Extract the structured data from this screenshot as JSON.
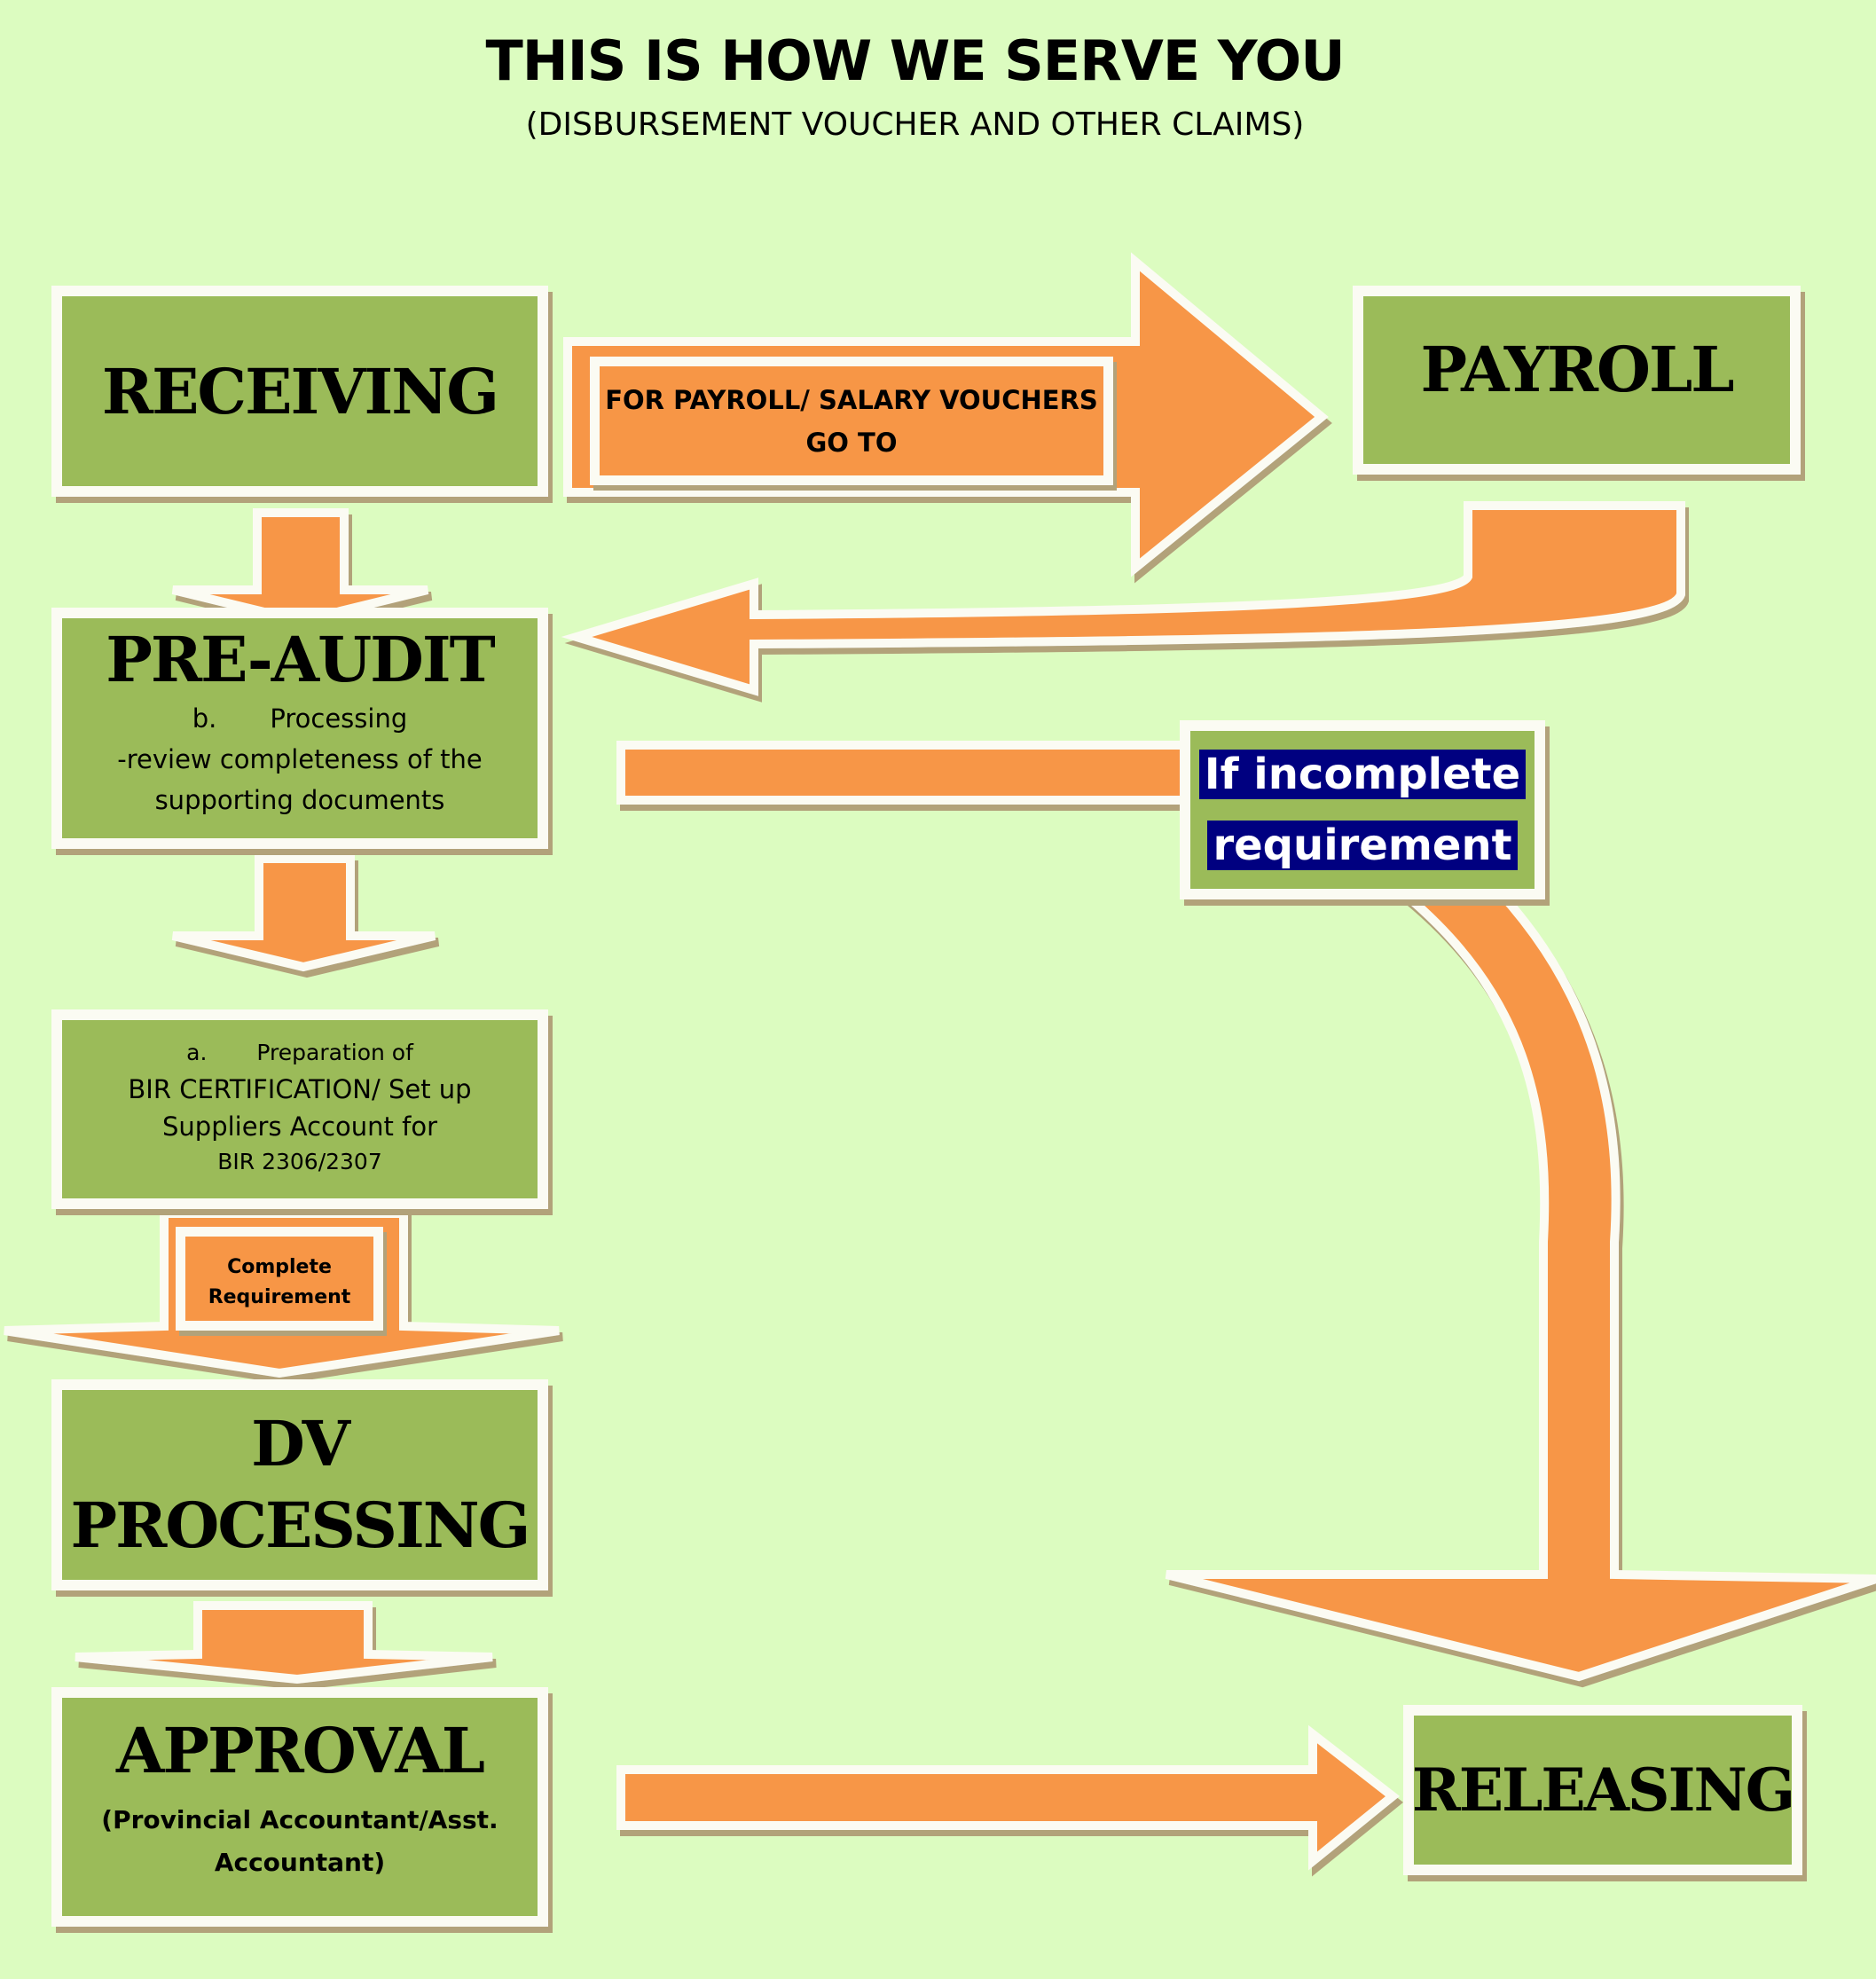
{
  "title": "THIS IS HOW WE SERVE YOU",
  "subtitle": "(DISBURSEMENT VOUCHER AND OTHER CLAIMS)",
  "receiving": {
    "label": "RECEIVING"
  },
  "payroll_route": {
    "line1": "FOR PAYROLL/ SALARY VOUCHERS",
    "line2": "GO TO"
  },
  "payroll": {
    "label": "PAYROLL"
  },
  "pre_audit": {
    "label": "PRE-AUDIT",
    "line1_marker": "b.",
    "line1_text": "Processing",
    "line2": "-review completeness of the",
    "line3": "supporting documents"
  },
  "incomplete": {
    "line1": "If incomplete",
    "line2": "requirement"
  },
  "preparation": {
    "line1_marker": "a.",
    "line1_text": "Preparation of",
    "line2": "BIR CERTIFICATION/ Set up",
    "line3": "Suppliers Account for",
    "line4": "BIR 2306/2307"
  },
  "complete": {
    "line1": "Complete",
    "line2": "Requirement"
  },
  "dv_processing": {
    "line1": "DV",
    "line2": "PROCESSING"
  },
  "approval": {
    "label": "APPROVAL",
    "line1": "(Provincial Accountant/Asst.",
    "line2": "Accountant)"
  },
  "releasing": {
    "label": "RELEASING"
  },
  "colors": {
    "background": "#dcfcc0",
    "box_green": "#9bbb59",
    "arrow_orange": "#f79646",
    "highlight_navy": "#000080"
  }
}
